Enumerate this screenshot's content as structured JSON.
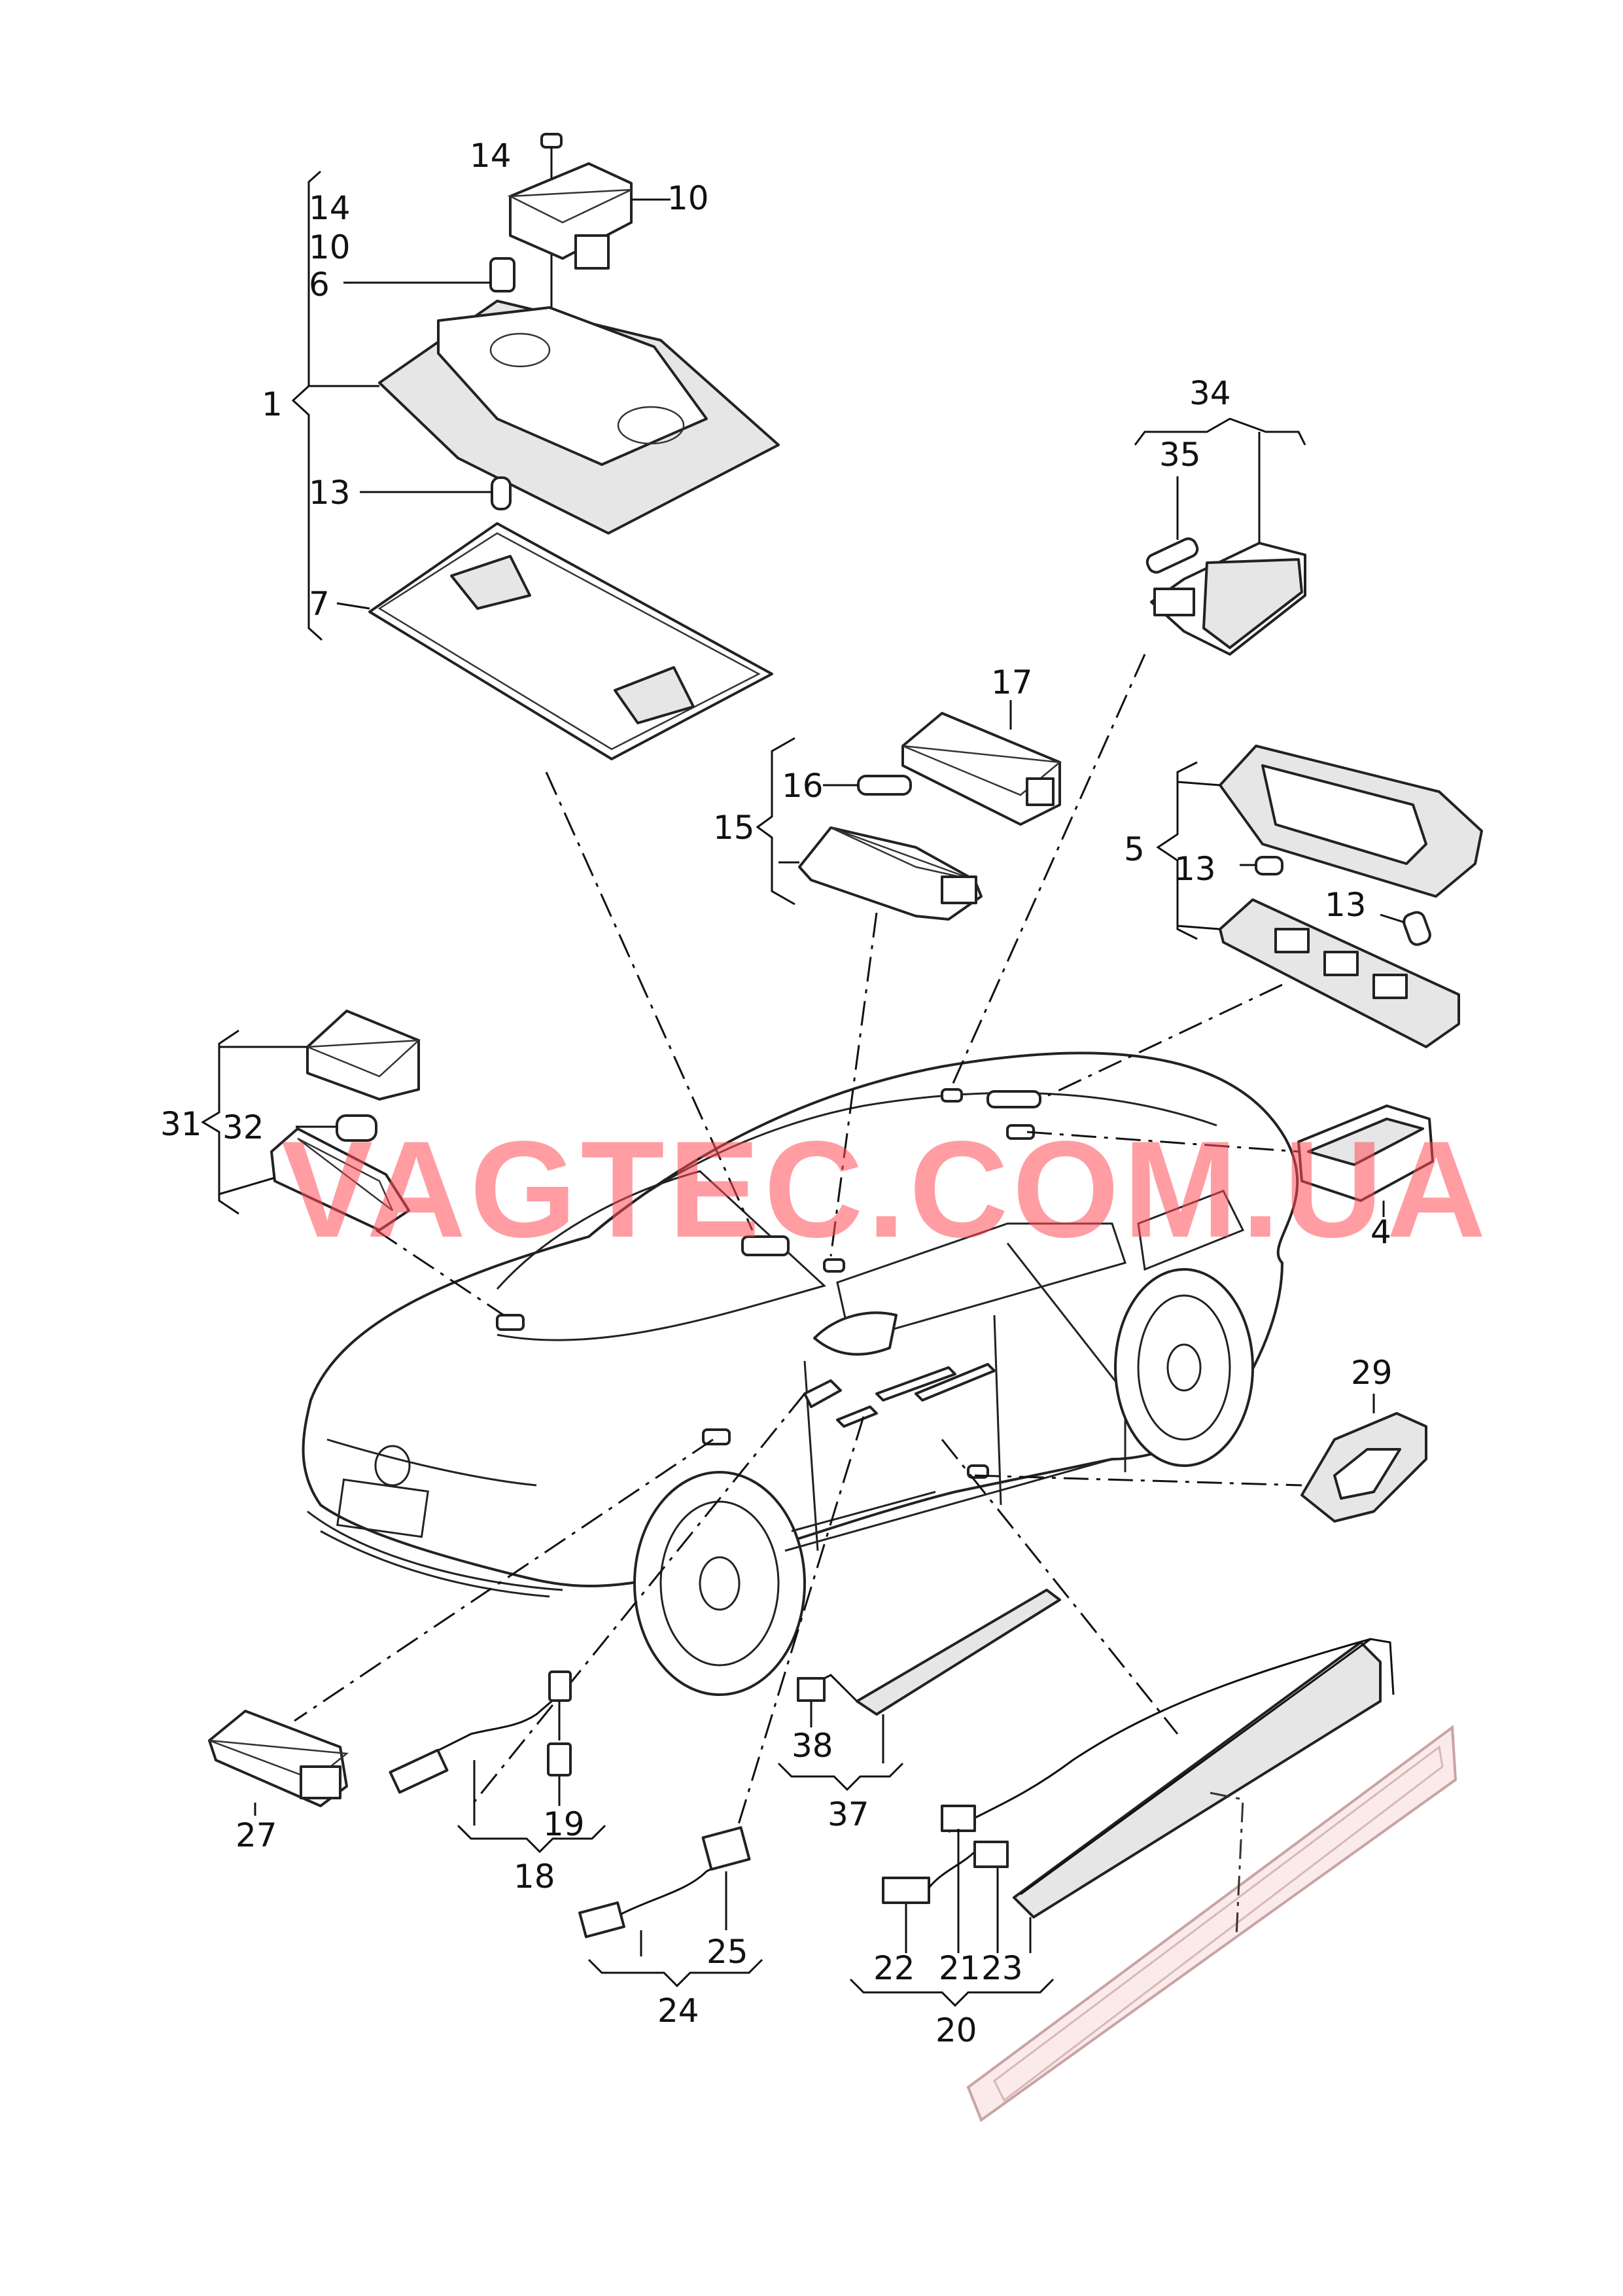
{
  "watermark": "VAGTEC.COM.UA",
  "accent_color": "#ff4d57",
  "callouts": {
    "c1": "1",
    "c4": "4",
    "c5": "5",
    "c6": "6",
    "c7": "7",
    "c10a": "10",
    "c10b": "10",
    "c13a": "13",
    "c13b": "13",
    "c13c": "13",
    "c14a": "14",
    "c14b": "14",
    "c15": "15",
    "c16": "16",
    "c17": "17",
    "c18": "18",
    "c19": "19",
    "c20": "20",
    "c21": "21",
    "c22": "22",
    "c23": "23",
    "c24": "24",
    "c25": "25",
    "c27": "27",
    "c29": "29",
    "c31": "31",
    "c32": "32",
    "c34": "34",
    "c35": "35",
    "c37": "37",
    "c38": "38"
  }
}
